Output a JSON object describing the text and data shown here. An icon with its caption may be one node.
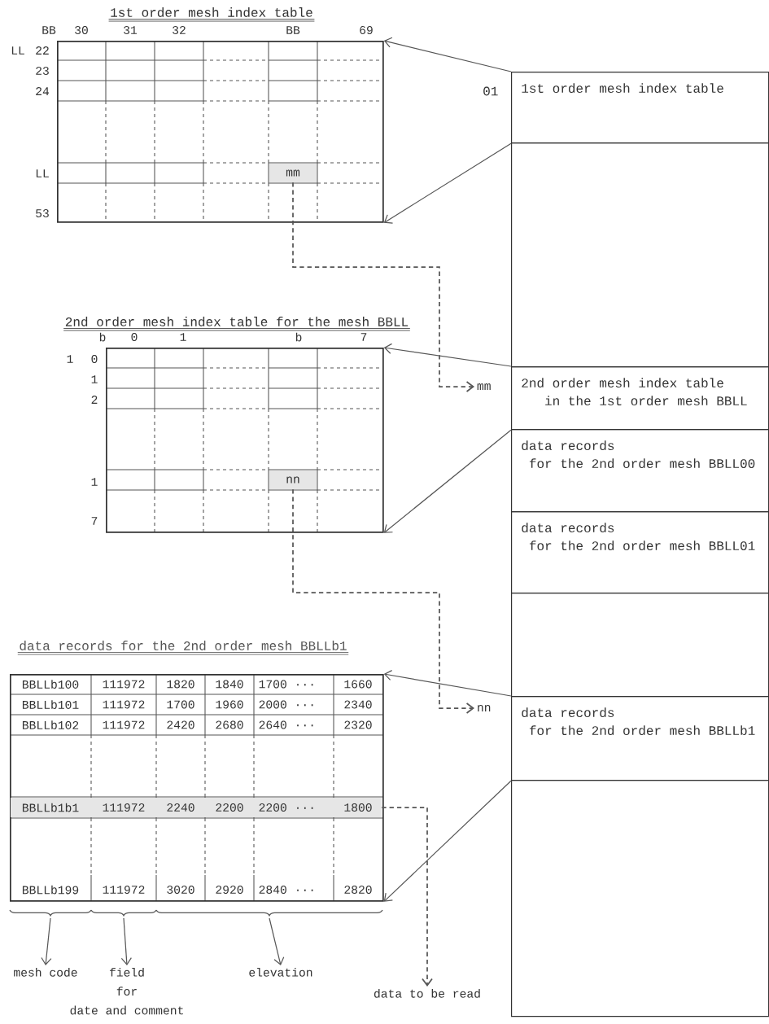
{
  "diagram": {
    "nodes": [
      {
        "text": [
          "1st order mesh index table"
        ]
      },
      {
        "text": [
          "mm"
        ],
        "in": 0
      },
      {
        "text": [
          "2nd order mesh index table for the mesh BBLL"
        ]
      },
      {
        "text": [
          "nn"
        ],
        "in": 2
      },
      {
        "text": [
          "data records for the 2nd order mesh BBLLb1"
        ]
      },
      {
        "text": [
          "BBLLb1b1",
          "111972",
          "2240",
          "2200",
          "2200 ···",
          "1800"
        ],
        "in": 4
      },
      {
        "text": [
          "1st order mesh index table"
        ],
        "beside": [
          "01"
        ]
      },
      {
        "text": [],
        "shape": "box"
      },
      {
        "text": [
          "2nd order mesh index table in the 1st order mesh BBLL"
        ]
      },
      {
        "text": [
          "data records for the 2nd order mesh BBLL00"
        ]
      },
      {
        "text": [
          "data records for the 2nd order mesh BBLL01"
        ]
      },
      {
        "text": [],
        "shape": "box"
      },
      {
        "text": [
          "data records for the 2nd order mesh BBLLb1"
        ]
      },
      {
        "text": [],
        "shape": "box"
      },
      {
        "text": [
          "mm"
        ]
      },
      {
        "text": [
          "nn"
        ]
      },
      {
        "text": [
          "mesh code"
        ]
      },
      {
        "text": [
          "field for date and comment"
        ]
      },
      {
        "text": [
          "elevation"
        ]
      },
      {
        "text": [
          "data to be read"
        ]
      }
    ],
    "edges": [
      {
        "from": 6,
        "to": 0,
        "arrow": "to"
      },
      {
        "from": 6,
        "to": 0,
        "arrow": "to"
      },
      {
        "from": 8,
        "to": 2,
        "arrow": "to"
      },
      {
        "from": 8,
        "to": 2,
        "arrow": "to"
      },
      {
        "from": 12,
        "to": 4,
        "arrow": "to"
      },
      {
        "from": 12,
        "to": 4,
        "arrow": "to"
      },
      {
        "from": 1,
        "to": 14,
        "arrow": "to",
        "style": "dashed"
      },
      {
        "from": 3,
        "to": 15,
        "arrow": "to",
        "style": "dashed"
      },
      {
        "from": 5,
        "to": 19,
        "arrow": "to",
        "style": "dashed"
      },
      {
        "from": null,
        "to": 16,
        "arrow": "to"
      },
      {
        "from": null,
        "to": 17,
        "arrow": "to"
      },
      {
        "from": null,
        "to": 18,
        "arrow": "to"
      }
    ],
    "labels": [
      "BB",
      "30",
      "31",
      "32",
      "BB",
      "69",
      "LL",
      "22",
      "23",
      "24",
      "LL",
      "53",
      "b",
      "0",
      "1",
      "b",
      "7",
      "1",
      "0",
      "1",
      "2",
      "1",
      "7",
      "BBLLb100",
      "111972",
      "1820",
      "1840",
      "1700 ···",
      "1660",
      "BBLLb101",
      "111972",
      "1700",
      "1960",
      "2000 ···",
      "2340",
      "BBLLb102",
      "111972",
      "2420",
      "2680",
      "2640 ···",
      "2320",
      "BBLLb199",
      "111972",
      "3020",
      "2920",
      "2840 ···",
      "2820"
    ]
  }
}
